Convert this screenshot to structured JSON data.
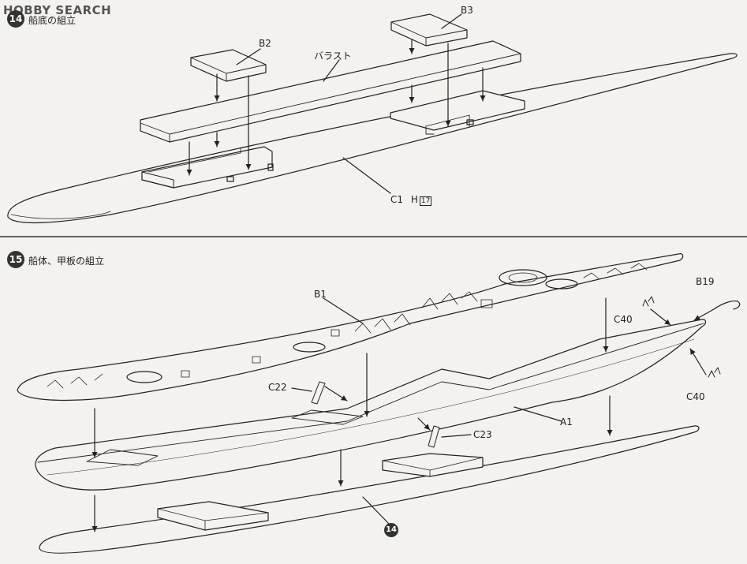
{
  "watermark": "HOBBY SEARCH",
  "step14": {
    "number": "14",
    "title": "船底の組立"
  },
  "step15": {
    "number": "15",
    "title": "船体、甲板の組立"
  },
  "ref_marker": "14",
  "labels": {
    "b2": "B2",
    "b3": "B3",
    "ballast": "バラスト",
    "c1": "C1",
    "h17_prefix": "H",
    "h17_box": "17",
    "b1": "B1",
    "b19": "B19",
    "c40_top": "C40",
    "c40_bottom": "C40",
    "c22": "C22",
    "c23": "C23",
    "a1": "A1"
  }
}
